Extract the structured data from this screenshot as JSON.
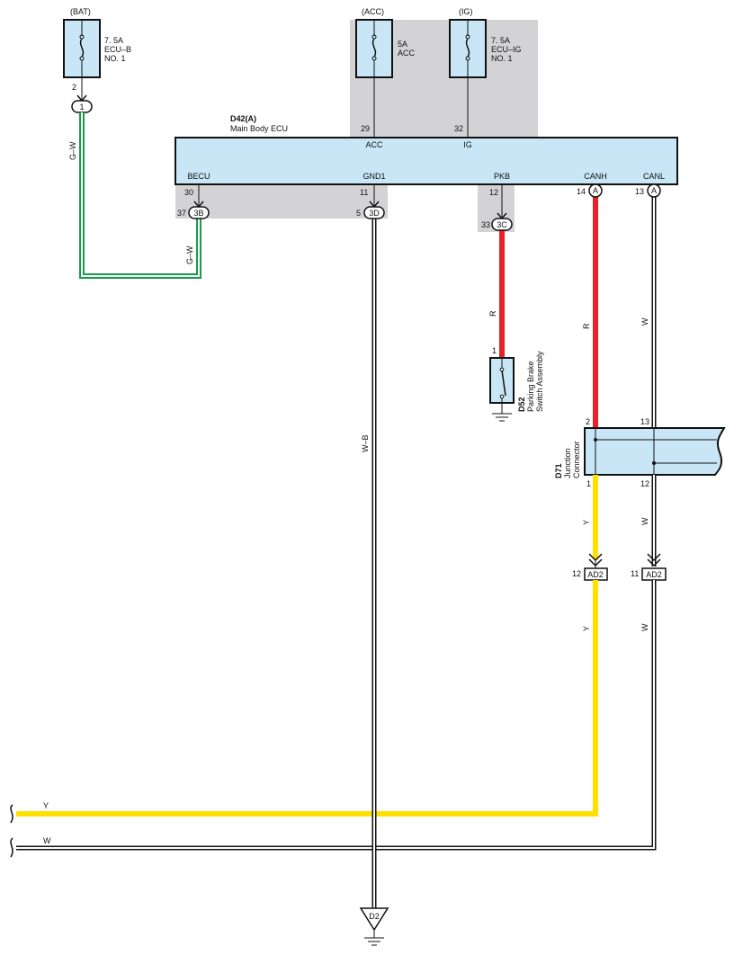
{
  "colors": {
    "shade": "#d3d3d5",
    "ecu_fill": "#c8e6f5",
    "green": "#1a9b4b",
    "red": "#e8202a",
    "yellow": "#ffe000",
    "white_wire": "#ffffff",
    "outline": "#111111"
  },
  "fuses": {
    "bat": {
      "source": "(BAT)",
      "line1": "7. 5A",
      "line2": "ECU–B",
      "line3": "NO. 1",
      "pin": "2"
    },
    "acc": {
      "source": "(ACC)",
      "line1": "5A",
      "line2": "ACC",
      "pin": "29"
    },
    "ig": {
      "source": "(IG)",
      "line1": "7. 5A",
      "line2": "ECU–IG",
      "line3": "NO. 1",
      "pin": "32"
    }
  },
  "connectors": {
    "bat_junction": "1",
    "becu_junction": "3B",
    "gnd_junction": "3D",
    "pkb_junction": "3C",
    "canh_pin": "A",
    "canl_pin": "A",
    "ad2_left": "AD2",
    "ad2_right": "AD2",
    "ground": "D2"
  },
  "ecu": {
    "code": "D42(A)",
    "name": "Main Body ECU",
    "terminals": {
      "acc": "ACC",
      "ig": "IG",
      "becu": "BECU",
      "gnd1": "GND1",
      "pkb": "PKB",
      "canh": "CANH",
      "canl": "CANL"
    },
    "pins": {
      "becu": "30",
      "becu_j": "37",
      "gnd1": "11",
      "gnd1_j": "5",
      "pkb": "12",
      "pkb_j": "33",
      "canh": "14",
      "canl": "13"
    }
  },
  "switch": {
    "code": "D52",
    "name1": "Parking Brake",
    "name2": "Switch Assembly",
    "pin": "1"
  },
  "junction_connector": {
    "code": "D71",
    "name1": "Junction",
    "name2": "Connector",
    "pin_top_left": "2",
    "pin_top_right": "13",
    "pin_bottom_left": "1",
    "pin_bottom_right": "12"
  },
  "ad2_pins": {
    "left": "12",
    "right": "11"
  },
  "wire_colors": {
    "gw1": "G–W",
    "gw2": "G–W",
    "r1": "R",
    "r2": "R",
    "wb": "W–B",
    "w1": "W",
    "w2": "W",
    "w3": "W",
    "y1": "Y",
    "y2": "Y",
    "bottom_y": "Y",
    "bottom_w": "W"
  }
}
